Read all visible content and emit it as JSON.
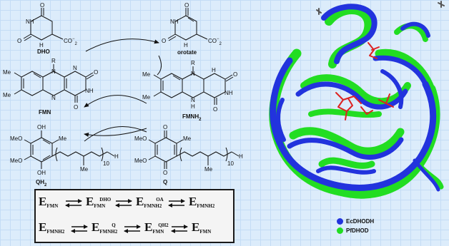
{
  "scheme": {
    "dho_label": "DHO",
    "orotate_label": "orotate",
    "fmn_label": "FMN",
    "fmnh2_label": "FMNH",
    "fmnh2_sub": "2",
    "qh2_label": "QH",
    "qh2_sub": "2",
    "q_label": "Q",
    "atoms": {
      "o": "O",
      "h": "H",
      "n": "N",
      "nh": "NH",
      "r": "R",
      "me": "Me",
      "meo": "MeO",
      "oh": "OH",
      "co2": "CO",
      "co2_charge": "−",
      "co2_sub": "2",
      "ten": "10"
    }
  },
  "legend": {
    "items": [
      {
        "label": "EcDHODH",
        "color": "#2233dd"
      },
      {
        "label": "PfDHOD",
        "color": "#22dd22"
      }
    ]
  },
  "mechanism": {
    "row1": [
      {
        "base": "E",
        "sub": "FMN",
        "sup": ""
      },
      {
        "base": "E",
        "sub": "FMN",
        "sup": "DHO"
      },
      {
        "base": "E",
        "sub": "FMNH2",
        "sup": "OA"
      },
      {
        "base": "E",
        "sub": "FMNH2",
        "sup": ""
      }
    ],
    "row2": [
      {
        "base": "E",
        "sub": "FMNH2",
        "sup": ""
      },
      {
        "base": "E",
        "sub": "FMNH2",
        "sup": "Q"
      },
      {
        "base": "E",
        "sub": "FMN",
        "sup": "QH2"
      },
      {
        "base": "E",
        "sub": "FMN",
        "sup": ""
      }
    ]
  },
  "colors": {
    "ec_dhodh": "#2233dd",
    "pf_dhod": "#22dd22",
    "ligand": "#dd2222"
  }
}
